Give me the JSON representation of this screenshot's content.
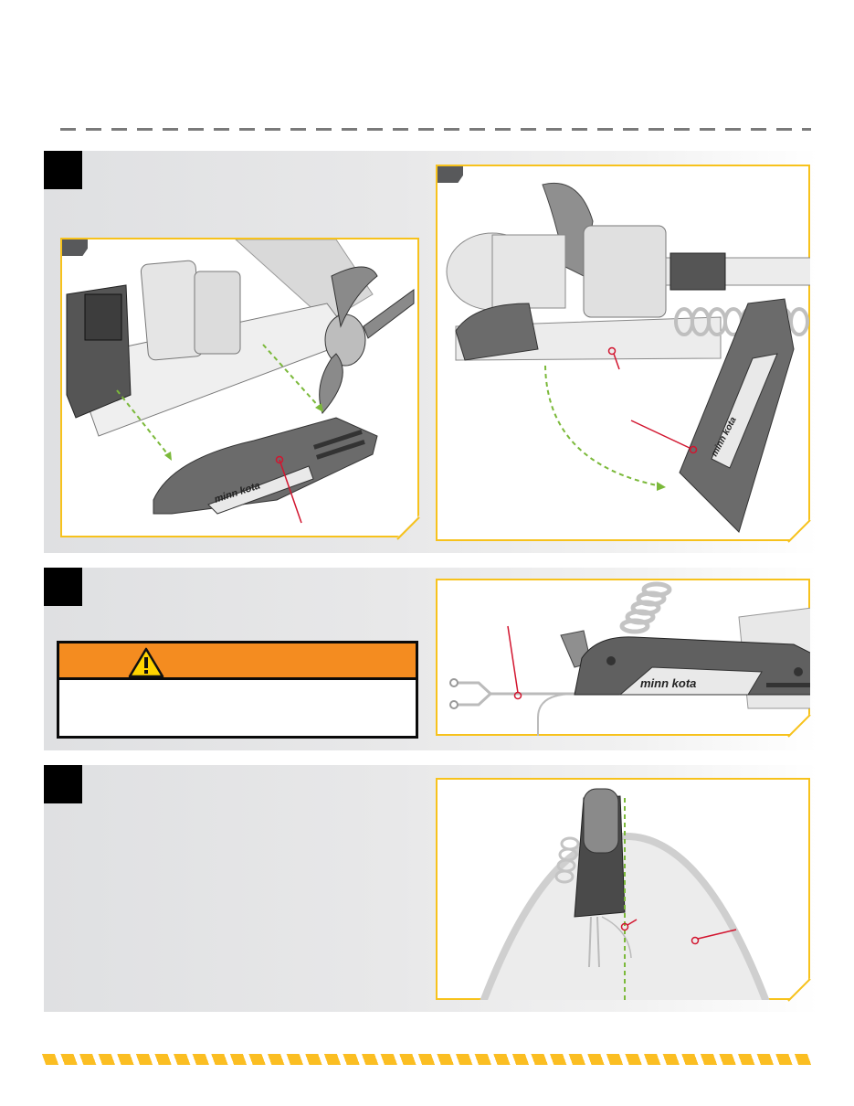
{
  "document": {
    "header_rule": "dashed",
    "brand_logo_in_illustration": "minn kota"
  },
  "colors": {
    "accent_yellow": "#f7c21c",
    "footer_stripe": "#fbbe22",
    "warning_orange": "#f48c20",
    "callout_red": "#d2152f",
    "guide_green": "#7bb93a",
    "step_box": "#000000",
    "figure_tab": "#58595b",
    "dash_gray": "#7a7a7a"
  },
  "steps": [
    {
      "number": "",
      "text": "",
      "figures": [
        {
          "tab_label": "",
          "callouts": 1,
          "guide_arrows": 2,
          "subject": "stabilizer cover being lowered onto mount"
        },
        {
          "tab_label": "",
          "callouts": 2,
          "guide_arrows": 1,
          "subject": "side cover swinging down from mount"
        }
      ]
    },
    {
      "number": "",
      "text": "",
      "warning": {
        "icon": "warning-triangle-icon",
        "heading": "",
        "body": ""
      },
      "figures": [
        {
          "tab_label": "",
          "callouts": 1,
          "guide_arrows": 0,
          "subject": "power leads exiting mount"
        }
      ]
    },
    {
      "number": "",
      "text": "",
      "figures": [
        {
          "tab_label": "",
          "callouts": 2,
          "guide_arrows": 1,
          "subject": "motor mount positioned at bow centerline"
        }
      ]
    }
  ],
  "footer": {
    "stripe": "hazard"
  }
}
